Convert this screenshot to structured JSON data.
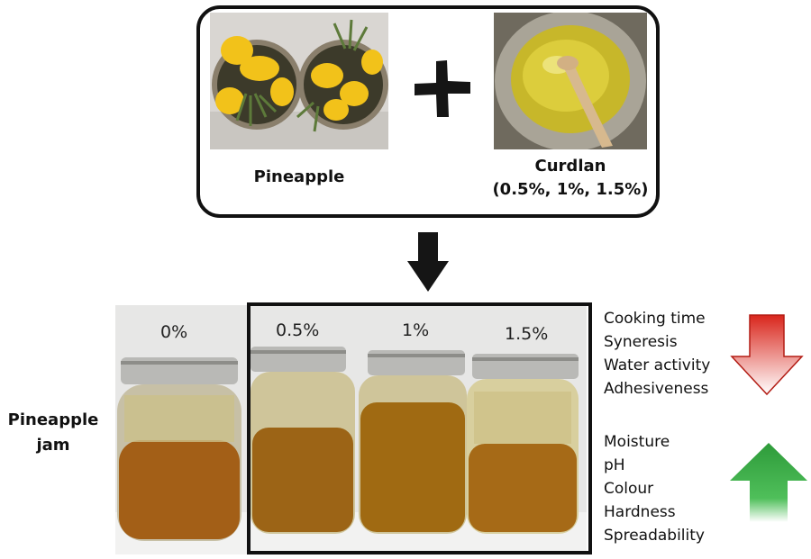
{
  "ingredients": {
    "pineapple_label": "Pineapple",
    "curdlan_label": "Curdlan",
    "curdlan_concentrations": "(0.5%, 1%, 1.5%)"
  },
  "jars": {
    "row_label_line1": "Pineapple",
    "row_label_line2": "jam",
    "concentrations": [
      "0%",
      "0.5%",
      "1%",
      "1.5%"
    ]
  },
  "effects": {
    "decreased": [
      "Cooking time",
      "Syneresis",
      "Water activity",
      "Adhesiveness"
    ],
    "increased": [
      "Moisture",
      "pH",
      "Colour",
      "Hardness",
      "Spreadability"
    ],
    "decrease_color": "#d9261c",
    "increase_color": "#2e9b3a"
  }
}
